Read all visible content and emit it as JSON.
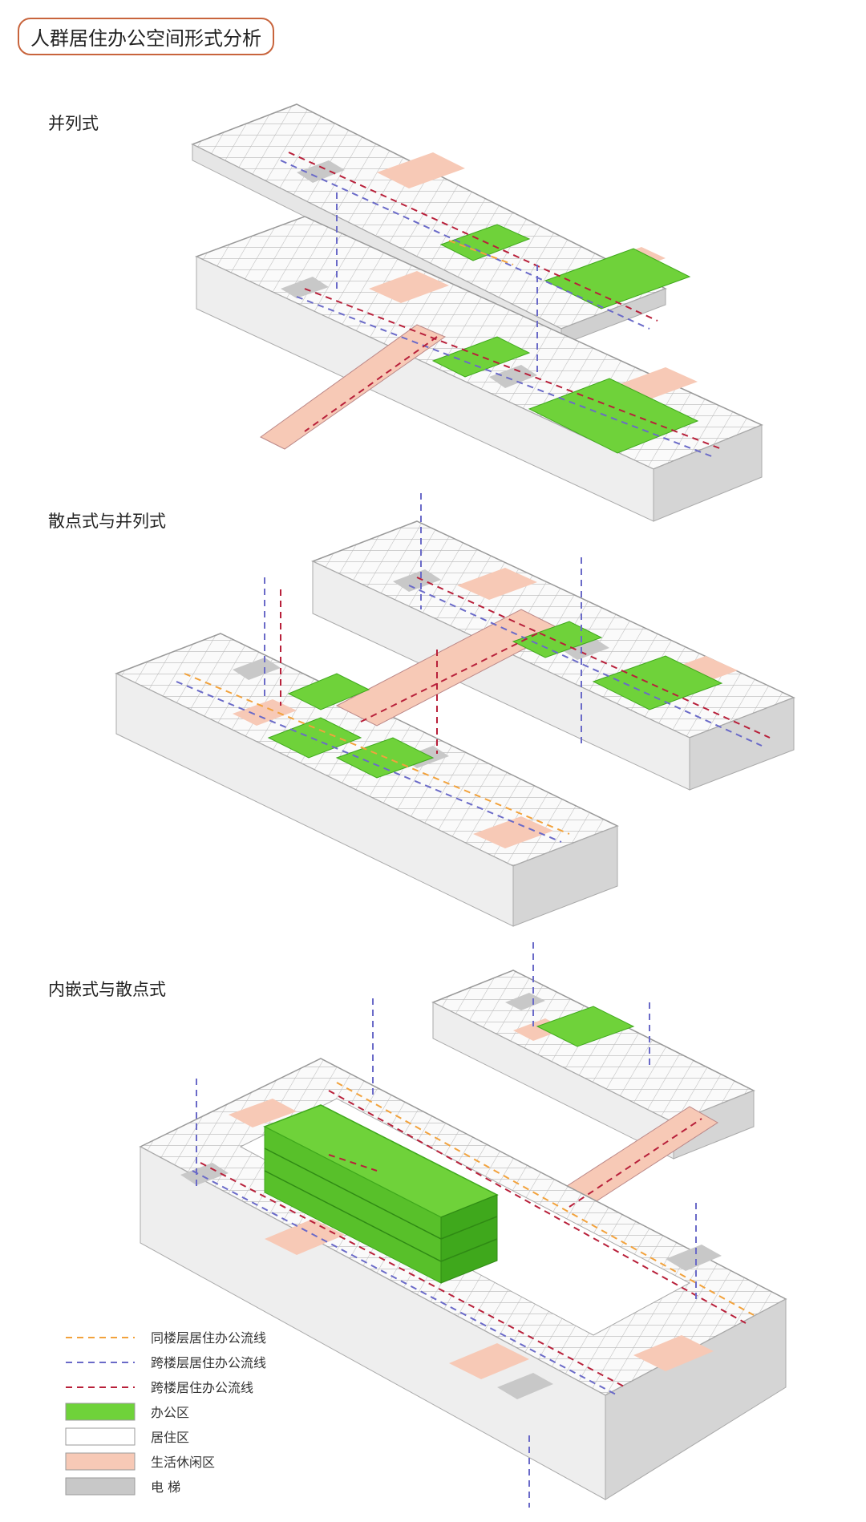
{
  "title": "人群居住办公空间形式分析",
  "sections": [
    {
      "label": "并列式"
    },
    {
      "label": "散点式与并列式"
    },
    {
      "label": "内嵌式与散点式"
    }
  ],
  "legend": [
    {
      "label": "同楼层居住办公流线",
      "kind": "line",
      "color": "#f2a23c"
    },
    {
      "label": "跨楼层居住办公流线",
      "kind": "line",
      "color": "#6a6ac8"
    },
    {
      "label": "跨楼居住办公流线",
      "kind": "line",
      "color": "#b8203a"
    },
    {
      "label": "办公区",
      "kind": "swatch",
      "color": "#6fd23a"
    },
    {
      "label": "居住区",
      "kind": "swatch",
      "color": "#ffffff"
    },
    {
      "label": "生活休闲区",
      "kind": "swatch",
      "color": "#f7c9b6"
    },
    {
      "label": "电 梯",
      "kind": "swatch",
      "color": "#c8c8c8"
    }
  ],
  "colors": {
    "office": "#6fd23a",
    "office_dark": "#3fa81c",
    "living": "#ffffff",
    "leisure": "#f7c9b6",
    "elevator": "#c8c8c8",
    "wall": "#d9d9d9",
    "wall_dark": "#bdbdbd",
    "line_same_floor": "#f2a23c",
    "line_cross_floor": "#6a6ac8",
    "line_cross_building": "#b8203a"
  }
}
